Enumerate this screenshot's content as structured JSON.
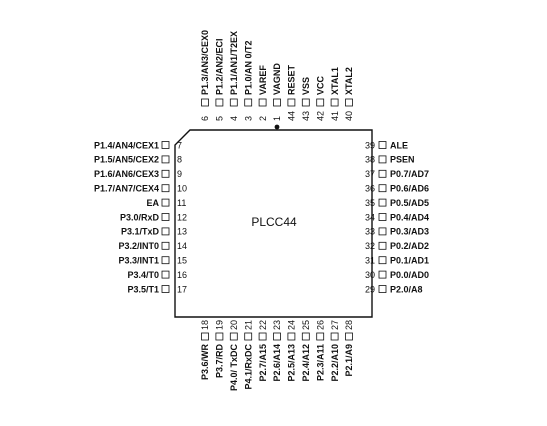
{
  "package": {
    "name": "PLCC44",
    "pin1_marker": "dot"
  },
  "pins": {
    "top": [
      {
        "num": "6",
        "label": "P1.3/AN3/CEX0"
      },
      {
        "num": "5",
        "label": "P1.2/AN2/ECI"
      },
      {
        "num": "4",
        "label": "P1.1/AN1/T2EX"
      },
      {
        "num": "3",
        "label": "P1.0/AN 0/T2"
      },
      {
        "num": "2",
        "label": "VAREF"
      },
      {
        "num": "1",
        "label": "VAGND"
      },
      {
        "num": "44",
        "label": "RESET"
      },
      {
        "num": "43",
        "label": "VSS"
      },
      {
        "num": "42",
        "label": "VCC"
      },
      {
        "num": "41",
        "label": "XTAL1"
      },
      {
        "num": "40",
        "label": "XTAL2"
      }
    ],
    "left": [
      {
        "num": "7",
        "label": "P1.4/AN4/CEX1"
      },
      {
        "num": "8",
        "label": "P1.5/AN5/CEX2"
      },
      {
        "num": "9",
        "label": "P1.6/AN6/CEX3"
      },
      {
        "num": "10",
        "label": "P1.7/AN7/CEX4"
      },
      {
        "num": "11",
        "label": "EA"
      },
      {
        "num": "12",
        "label": "P3.0/RxD"
      },
      {
        "num": "13",
        "label": "P3.1/TxD"
      },
      {
        "num": "14",
        "label": "P3.2/INT0"
      },
      {
        "num": "15",
        "label": "P3.3/INT1"
      },
      {
        "num": "16",
        "label": "P3.4/T0"
      },
      {
        "num": "17",
        "label": "P3.5/T1"
      }
    ],
    "right": [
      {
        "num": "39",
        "label": "ALE"
      },
      {
        "num": "38",
        "label": "PSEN"
      },
      {
        "num": "37",
        "label": "P0.7/AD7"
      },
      {
        "num": "36",
        "label": "P0.6/AD6"
      },
      {
        "num": "35",
        "label": "P0.5/AD5"
      },
      {
        "num": "34",
        "label": "P0.4/AD4"
      },
      {
        "num": "33",
        "label": "P0.3/AD3"
      },
      {
        "num": "32",
        "label": "P0.2/AD2"
      },
      {
        "num": "31",
        "label": "P0.1/AD1"
      },
      {
        "num": "30",
        "label": "P0.0/AD0"
      },
      {
        "num": "29",
        "label": "P2.0/A8"
      }
    ],
    "bottom": [
      {
        "num": "18",
        "label": "P3.6/WR"
      },
      {
        "num": "19",
        "label": "P3.7/RD"
      },
      {
        "num": "20",
        "label": "P4.0/ TxDC"
      },
      {
        "num": "21",
        "label": "P4.1/RxDC"
      },
      {
        "num": "22",
        "label": "P2.7/A15"
      },
      {
        "num": "23",
        "label": "P2.6/A14"
      },
      {
        "num": "24",
        "label": "P2.5/A13"
      },
      {
        "num": "25",
        "label": "P2.4/A12"
      },
      {
        "num": "26",
        "label": "P2.3/A11"
      },
      {
        "num": "27",
        "label": "P2.2/A10"
      },
      {
        "num": "28",
        "label": "P2.1/A9"
      }
    ]
  }
}
